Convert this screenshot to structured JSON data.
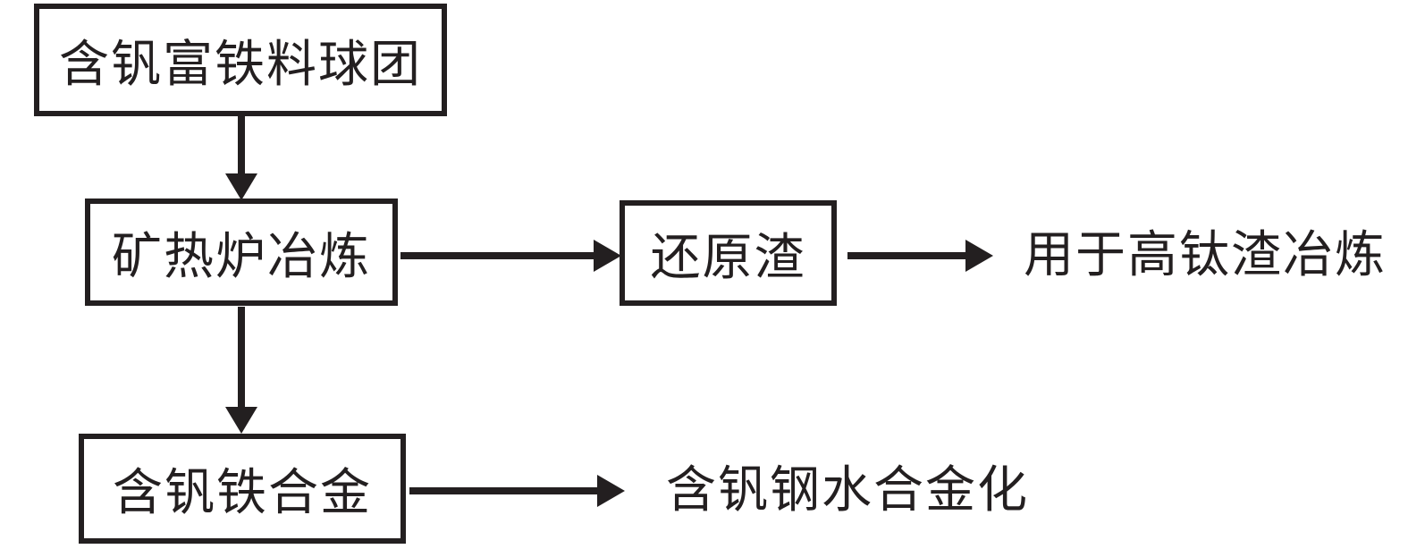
{
  "diagram": {
    "title": "vanadium-iron-pellet-smelting-flow",
    "ink_color": "#231f20",
    "background_color": "#ffffff",
    "nodes": {
      "pellets": {
        "label": "含钒富铁料球团"
      },
      "furnace": {
        "label": "矿热炉冶炼"
      },
      "slag": {
        "label": "还原渣"
      },
      "alloy": {
        "label": "含钒铁合金"
      }
    },
    "outputs": {
      "slag_use": {
        "label": "用于高钛渣冶炼"
      },
      "alloy_use": {
        "label": "含钒钢水合金化"
      }
    },
    "edges": [
      {
        "from": "pellets",
        "to": "furnace"
      },
      {
        "from": "furnace",
        "to": "slag"
      },
      {
        "from": "slag",
        "to": "slag_use"
      },
      {
        "from": "furnace",
        "to": "alloy"
      },
      {
        "from": "alloy",
        "to": "alloy_use"
      }
    ]
  }
}
